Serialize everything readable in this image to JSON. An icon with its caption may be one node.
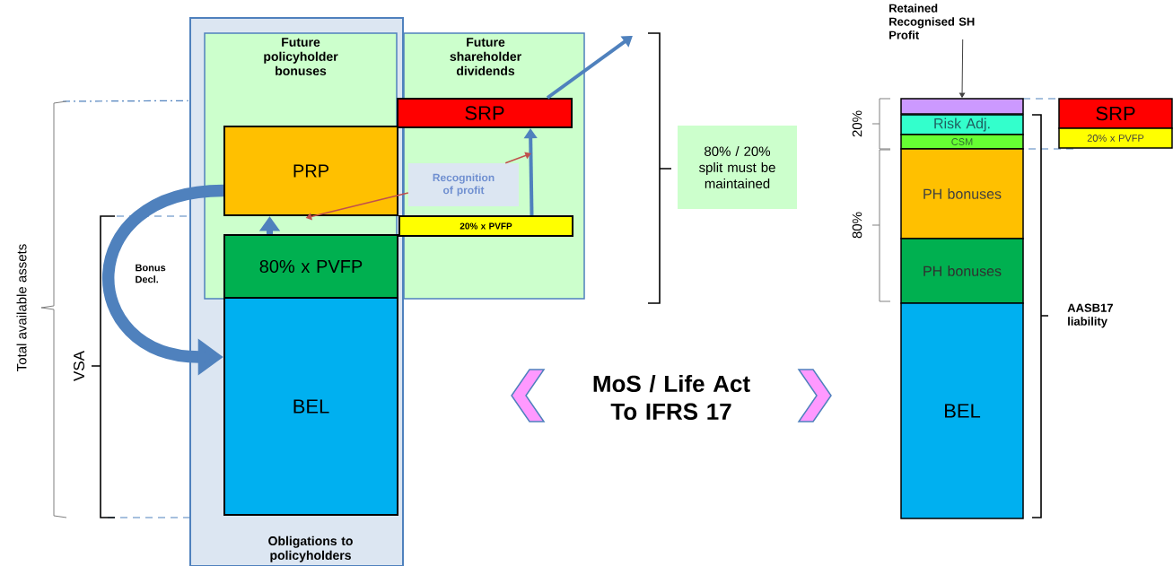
{
  "diagram": {
    "nodes": [
      {
        "text": [
          "Obligations to policyholders"
        ]
      },
      {
        "text": [
          "Future policyholder bonuses"
        ],
        "in": 0
      },
      {
        "text": [
          "Future shareholder dividends"
        ]
      },
      {
        "text": [
          "PRP"
        ],
        "in": 1
      },
      {
        "text": [
          "80% x PVFP"
        ],
        "in": 1
      },
      {
        "text": [
          "BEL"
        ],
        "in": 0
      },
      {
        "text": [
          "SRP"
        ],
        "in": 2
      },
      {
        "text": [
          "20% x PVFP"
        ],
        "in": 2
      },
      {
        "text": [
          "Recognition of profit"
        ],
        "in": 2
      },
      {
        "text": [
          "80% / 20% split must be maintained"
        ]
      },
      {
        "text": [
          "Retained Recognised SH Profit"
        ]
      },
      {
        "text": [],
        "shape": "bar"
      },
      {
        "text": [
          "Risk Adj."
        ]
      },
      {
        "text": [
          "CSM"
        ]
      },
      {
        "text": [
          "PH bonuses"
        ]
      },
      {
        "text": [
          "PH bonuses"
        ]
      },
      {
        "text": [
          "BEL"
        ]
      },
      {
        "text": [
          "SRP"
        ]
      },
      {
        "text": [
          "20% x PVFP"
        ]
      }
    ],
    "edges": [
      {
        "from": 3,
        "to": 5,
        "arrow": "to",
        "label": "Bonus Decl.",
        "style": "thick"
      },
      {
        "from": 4,
        "to": 3,
        "arrow": "to"
      },
      {
        "from": 7,
        "to": 6,
        "arrow": "to"
      },
      {
        "from": 6,
        "to": null,
        "arrow": "to"
      },
      {
        "from": 8,
        "to": 3,
        "arrow": "to",
        "color": "#c0504d"
      },
      {
        "from": 8,
        "to": null,
        "arrow": "to",
        "color": "#c0504d"
      },
      {
        "from": 10,
        "to": 11,
        "arrow": "to",
        "color": "#404040"
      }
    ],
    "labels": [
      "Total available assets",
      "VSA",
      "MoS / Life Act To IFRS 17",
      "20%",
      "80%",
      "AASB17 liability"
    ]
  }
}
